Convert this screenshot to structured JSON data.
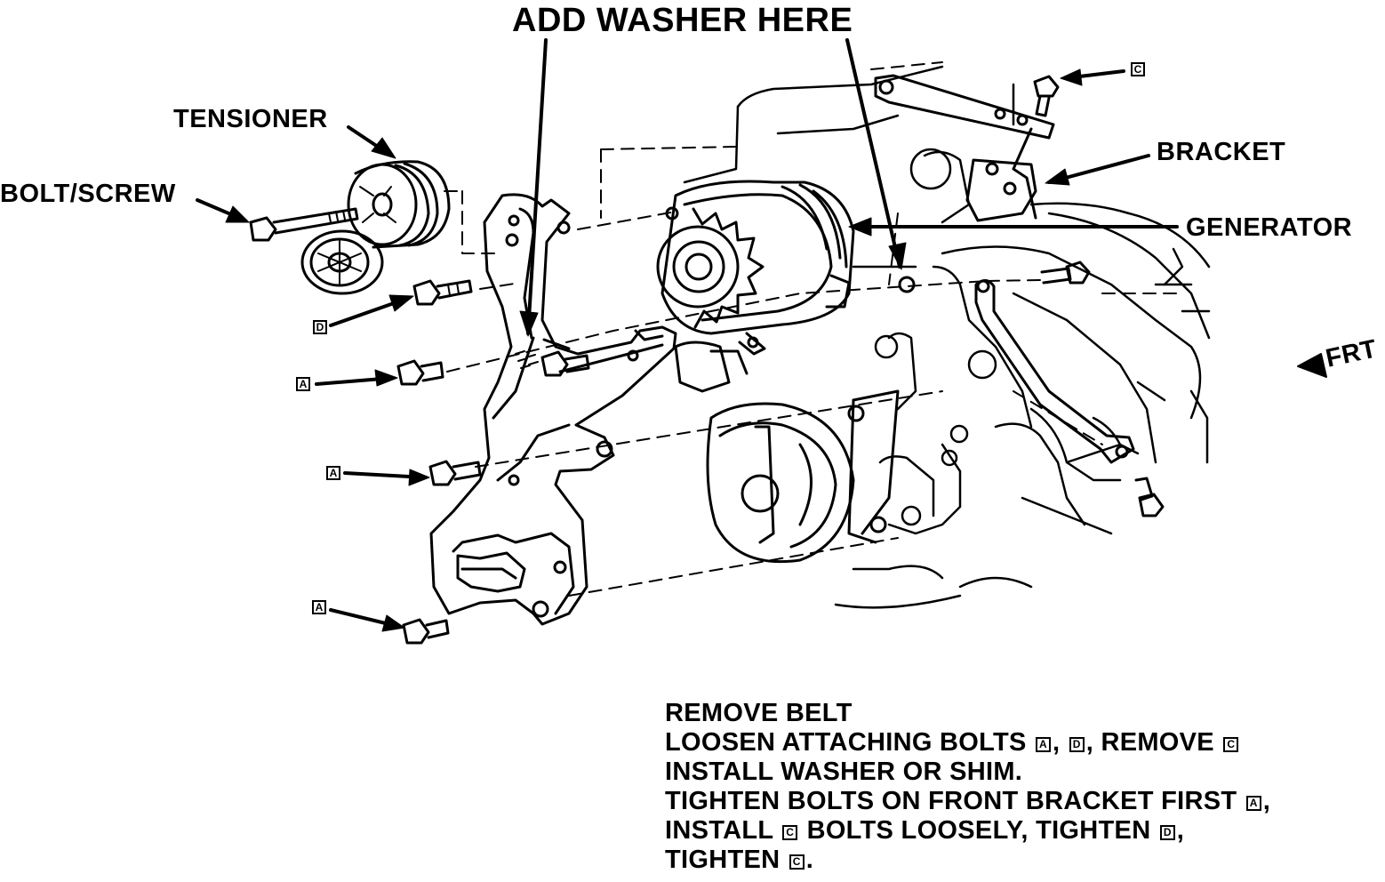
{
  "diagram": {
    "title": "ADD WASHER HERE",
    "labels": {
      "tensioner": "TENSIONER",
      "bolt_screw": "BOLT/SCREW",
      "bracket": "BRACKET",
      "generator": "GENERATOR",
      "front": "FRT"
    },
    "callouts": {
      "c_top": "C",
      "d_left": "D",
      "a_upper": "A",
      "a_middle": "A",
      "a_lower": "A"
    }
  },
  "instructions": {
    "line1": "REMOVE BELT",
    "line2_a": "LOOSEN ATTACHING BOLTS",
    "line2_box1": "A",
    "line2_b": ",",
    "line2_box2": "D",
    "line2_c": ", REMOVE",
    "line2_box3": "C",
    "line3": "INSTALL WASHER OR SHIM.",
    "line4_a": "TIGHTEN BOLTS ON FRONT BRACKET FIRST",
    "line4_box": "A",
    "line4_b": ",",
    "line5_a": "INSTALL",
    "line5_box1": "C",
    "line5_b": "BOLTS LOOSELY, TIGHTEN",
    "line5_box2": "D",
    "line5_c": ",",
    "line6_a": "TIGHTEN",
    "line6_box": "C",
    "line6_b": "."
  }
}
